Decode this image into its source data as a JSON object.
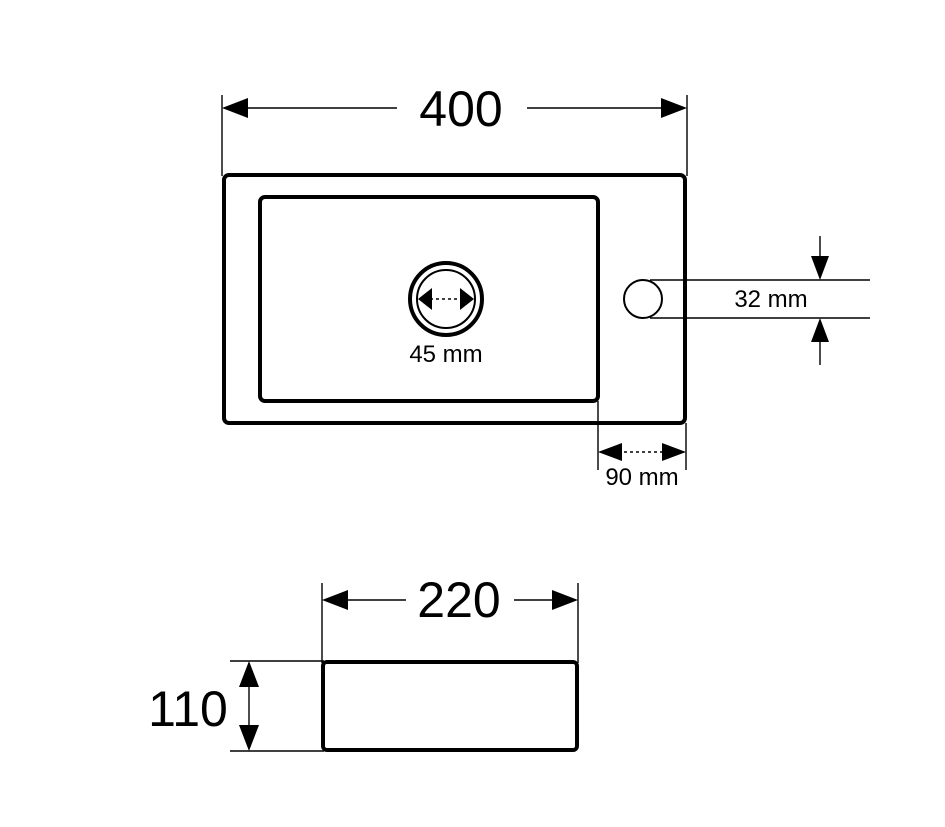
{
  "dimensions": {
    "overall_width": "400",
    "depth": "220",
    "height": "110",
    "drain_diameter": "45 mm",
    "tap_hole_diameter": "32 mm",
    "tap_hole_offset": "90 mm"
  }
}
